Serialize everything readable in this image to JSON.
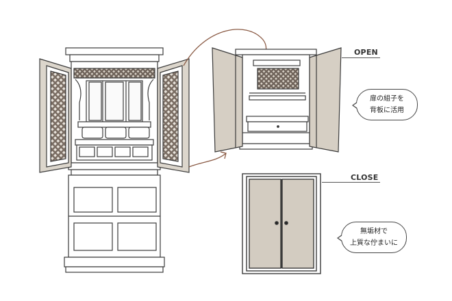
{
  "labels": {
    "open": "OPEN",
    "close": "CLOSE"
  },
  "callouts": {
    "open_note": {
      "line1": "扉の組子を",
      "line2": "背板に活用"
    },
    "close_note": {
      "line1": "無垢材で",
      "line2": "上質な佇まいに"
    }
  },
  "colors": {
    "ink": "#3a3a3a",
    "wood_light": "#dcd6cc",
    "wood_mid": "#c9c2b6",
    "lattice": "#6e6259",
    "arrow": "#8a5a44"
  }
}
